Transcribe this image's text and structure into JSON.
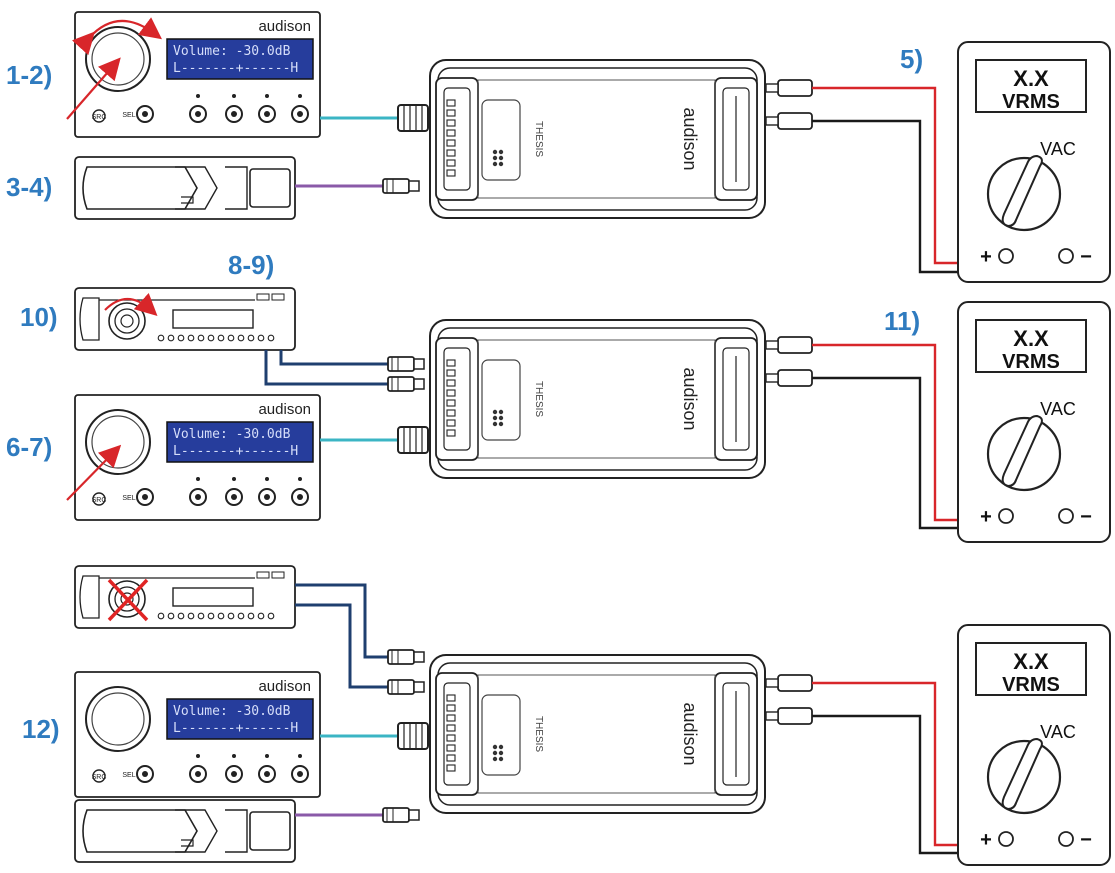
{
  "steps": {
    "s1": "1-2)",
    "s2": "3-4)",
    "s3": "5)",
    "s4": "8-9)",
    "s5": "10)",
    "s6": "11)",
    "s7": "6-7)",
    "s8": "12)"
  },
  "remote": {
    "brand": "audison",
    "lcd_line1": "Volume: -30.0dB",
    "lcd_line2": "L-------+------H",
    "src_label": "SRC",
    "sel_label": "SEL"
  },
  "amplifier": {
    "brand": "audison",
    "model": "THESIS"
  },
  "multimeter": {
    "display_line1": "X.X",
    "display_line2": "VRMS",
    "mode": "VAC",
    "plus": "+",
    "minus": "−"
  },
  "colors": {
    "step_label": "#2f7bbf",
    "cyan_cable": "#3bb5c4",
    "purple_cable": "#8a5aa8",
    "navy_cable": "#1f3f6f",
    "red_lead": "#d8262a",
    "black_lead": "#1a1a1a",
    "lcd_bg": "#263d9c",
    "lcd_text": "#d6defa",
    "disabled_mark": "#e02424"
  },
  "icons": {
    "rotate_arrow": "curved-arrow-icon",
    "pointer_arrow": "arrow-icon",
    "disabled_mark": "x-mark-icon"
  }
}
